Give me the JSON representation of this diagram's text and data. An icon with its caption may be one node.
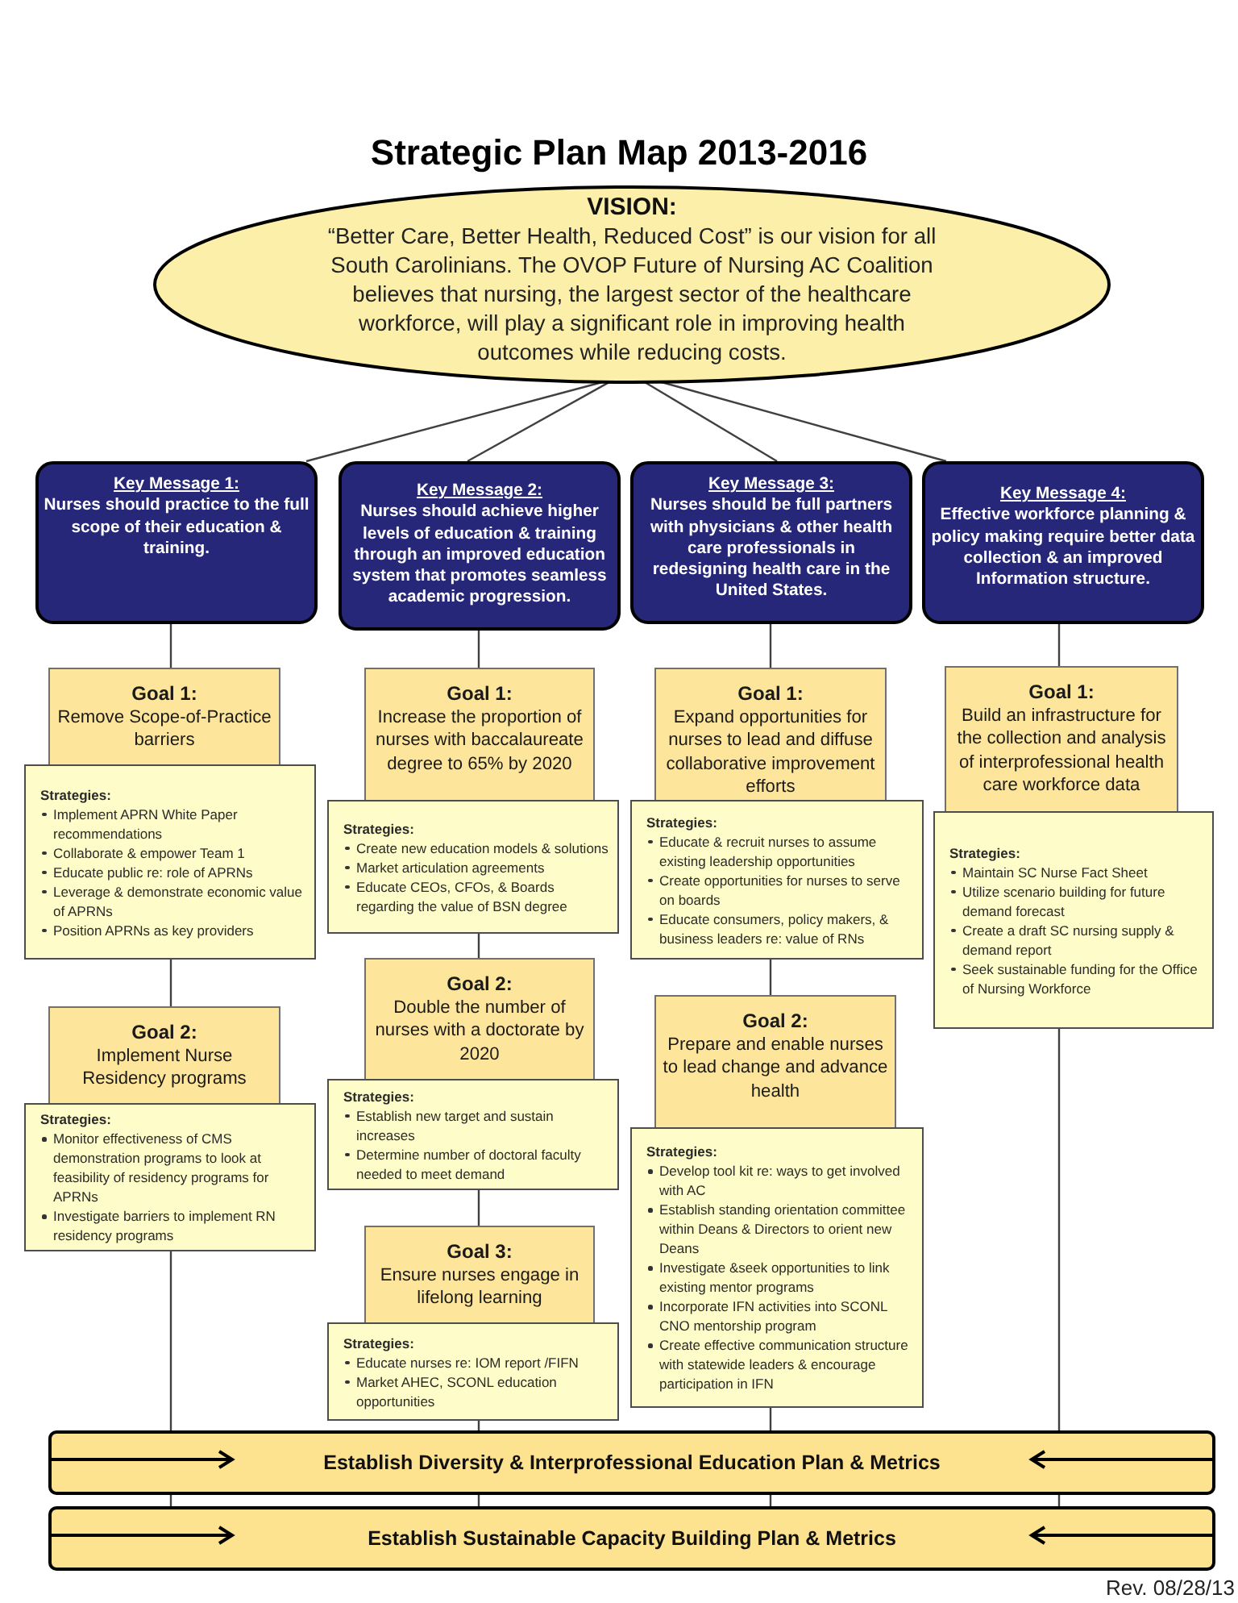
{
  "diagram": {
    "title": "Strategic Plan Map 2013-2016",
    "nodes": [
      {
        "text": [
          "VISION:",
          "“Better Care, Better Health, Reduced Cost” is our vision for all South Carolinians. The OVOP Future of Nursing AC Coalition believes that nursing, the largest sector of the healthcare workforce, will play a significant role in improving health outcomes while reducing costs."
        ]
      },
      {
        "text": [
          "Key Message 1:",
          "Nurses should practice to the full scope of their education & training."
        ]
      },
      {
        "text": [
          "Key Message 2:",
          "Nurses should achieve higher levels of education & training through an improved education system that promotes seamless academic progression."
        ]
      },
      {
        "text": [
          "Key Message 3:",
          "Nurses should be full partners with physicians & other health care professionals in redesigning health care in the United States."
        ]
      },
      {
        "text": [
          "Key Message 4:",
          "Effective workforce planning & policy making require better data collection & an improved Information structure."
        ]
      },
      {
        "text": [
          "Goal 1:",
          "Remove Scope-of-Practice barriers"
        ]
      },
      {
        "text": [
          "Strategies:",
          "Implement APRN White Paper recommendations",
          "Collaborate & empower Team 1",
          "Educate public re: role of APRNs",
          "Leverage & demonstrate economic value of APRNs",
          "Position APRNs as key providers"
        ]
      },
      {
        "text": [
          "Goal 2:",
          "Implement Nurse Residency programs"
        ]
      },
      {
        "text": [
          "Strategies:",
          "Monitor effectiveness of CMS demonstration programs to look at feasibility of residency programs for APRNs",
          "Investigate barriers to implement RN residency programs"
        ]
      },
      {
        "text": [
          "Goal 1:",
          "Increase the proportion of nurses with baccalaureate degree to 65% by 2020"
        ]
      },
      {
        "text": [
          "Strategies:",
          "Create new education models & solutions",
          "Market articulation agreements",
          "Educate CEOs, CFOs, & Boards regarding the value of BSN degree"
        ]
      },
      {
        "text": [
          "Goal 2:",
          "Double the number of nurses with a doctorate by 2020"
        ]
      },
      {
        "text": [
          "Strategies:",
          "Establish new target and sustain increases",
          "Determine number of doctoral faculty needed to meet demand"
        ]
      },
      {
        "text": [
          "Goal 3:",
          "Ensure nurses engage in lifelong learning"
        ]
      },
      {
        "text": [
          "Strategies:",
          "Educate nurses re: IOM report /FIFN",
          "Market AHEC, SCONL education opportunities"
        ]
      },
      {
        "text": [
          "Goal 1:",
          "Expand opportunities for nurses to lead and diffuse collaborative improvement efforts"
        ]
      },
      {
        "text": [
          "Strategies:",
          "Educate & recruit nurses to assume existing leadership opportunities",
          "Create opportunities for nurses to serve on boards",
          "Educate consumers, policy makers, & business leaders re: value of RNs"
        ]
      },
      {
        "text": [
          "Goal 2:",
          "Prepare and enable nurses to lead change and advance health"
        ]
      },
      {
        "text": [
          "Strategies:",
          "Develop tool kit re: ways to get involved with AC",
          "Establish standing orientation committee within Deans & Directors to orient new Deans",
          "Investigate &seek opportunities to link existing mentor programs",
          "Incorporate IFN activities into SCONL CNO mentorship program",
          "Create effective communication structure with statewide leaders & encourage participation in IFN"
        ]
      },
      {
        "text": [
          "Goal 1:",
          "Build an infrastructure for the collection and analysis of interprofessional health care workforce data"
        ]
      },
      {
        "text": [
          "Strategies:",
          "Maintain SC Nurse Fact Sheet",
          "Utilize scenario building for future demand forecast",
          "Create a draft SC nursing supply & demand report",
          "Seek sustainable funding for the Office of Nursing Workforce"
        ]
      },
      {
        "text": [
          "Establish Diversity & Interprofessional Education Plan & Metrics"
        ]
      },
      {
        "text": [
          "Establish Sustainable Capacity Building Plan & Metrics"
        ]
      }
    ],
    "edges": [
      {
        "from": 0,
        "to": 1,
        "arrow": "none"
      },
      {
        "from": 0,
        "to": 2,
        "arrow": "none"
      },
      {
        "from": 0,
        "to": 3,
        "arrow": "none"
      },
      {
        "from": 0,
        "to": 4,
        "arrow": "none"
      },
      {
        "from": 1,
        "to": 5,
        "arrow": "none"
      },
      {
        "from": 6,
        "to": 7,
        "arrow": "none"
      },
      {
        "from": 8,
        "to": 21,
        "arrow": "none"
      },
      {
        "from": 2,
        "to": 9,
        "arrow": "none"
      },
      {
        "from": 10,
        "to": 11,
        "arrow": "none"
      },
      {
        "from": 12,
        "to": 13,
        "arrow": "none"
      },
      {
        "from": 14,
        "to": 21,
        "arrow": "none"
      },
      {
        "from": 3,
        "to": 15,
        "arrow": "none"
      },
      {
        "from": 16,
        "to": 17,
        "arrow": "none"
      },
      {
        "from": 18,
        "to": 21,
        "arrow": "none"
      },
      {
        "from": 4,
        "to": 19,
        "arrow": "none"
      },
      {
        "from": 20,
        "to": 21,
        "arrow": "none"
      },
      {
        "from": 21,
        "to": 22,
        "arrow": "none"
      },
      {
        "from": 21,
        "to": 22,
        "arrow": "none"
      },
      {
        "from": 21,
        "to": 22,
        "arrow": "none"
      },
      {
        "from": 21,
        "to": 22,
        "arrow": "none"
      }
    ],
    "labels": [
      "Rev. 08/28/13"
    ]
  }
}
